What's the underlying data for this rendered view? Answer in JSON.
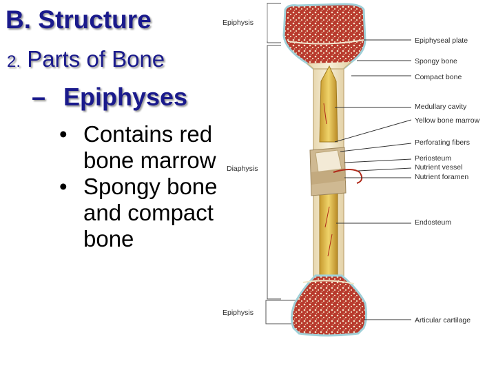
{
  "slide": {
    "title": "B.  Structure",
    "subtitle_num": "2.",
    "subtitle_text": "Parts of Bone",
    "sub2_dash": "–",
    "sub2_text": "Epiphyses",
    "bullets": [
      "Contains red bone marrow",
      "Spongy bone and compact bone"
    ],
    "bullet_char": "•"
  },
  "diagram": {
    "left_labels": {
      "top": "Epiphysis",
      "middle": "Diaphysis",
      "bottom": "Epiphysis"
    },
    "right_labels": [
      "Epiphyseal plate",
      "Spongy bone",
      "Compact bone",
      "Medullary cavity",
      "Yellow bone marrow",
      "Perforating fibers",
      "Periosteum",
      "Nutrient vessel",
      "Nutrient foramen",
      "Endosteum",
      "Articular cartilage"
    ],
    "colors": {
      "spongy_red": "#b0382c",
      "compact_bone": "#f1e6c8",
      "marrow_yellow": "#d9b84a",
      "periosteum": "#cbb58c",
      "cartilage": "#9fd0d8",
      "title_blue": "#1a1a8c"
    }
  }
}
